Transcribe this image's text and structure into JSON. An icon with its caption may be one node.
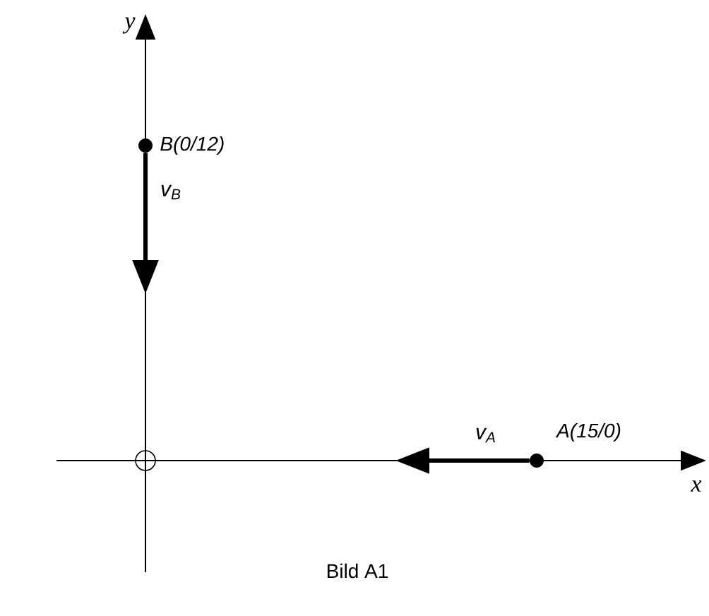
{
  "diagram": {
    "nodes": [
      {
        "text": [],
        "shape": "circle",
        "beside": [
          "B(0/12)"
        ]
      },
      {
        "text": [],
        "shape": "circle",
        "beside": [
          "A(15/0)"
        ]
      }
    ],
    "edges": [
      {
        "from": 0,
        "to": null,
        "arrow": "to",
        "label": "v$_{B}$"
      },
      {
        "from": 1,
        "to": null,
        "arrow": "to",
        "label": "v$_{A}$"
      }
    ],
    "labels": [
      "y",
      "x",
      "Bild A1"
    ]
  }
}
